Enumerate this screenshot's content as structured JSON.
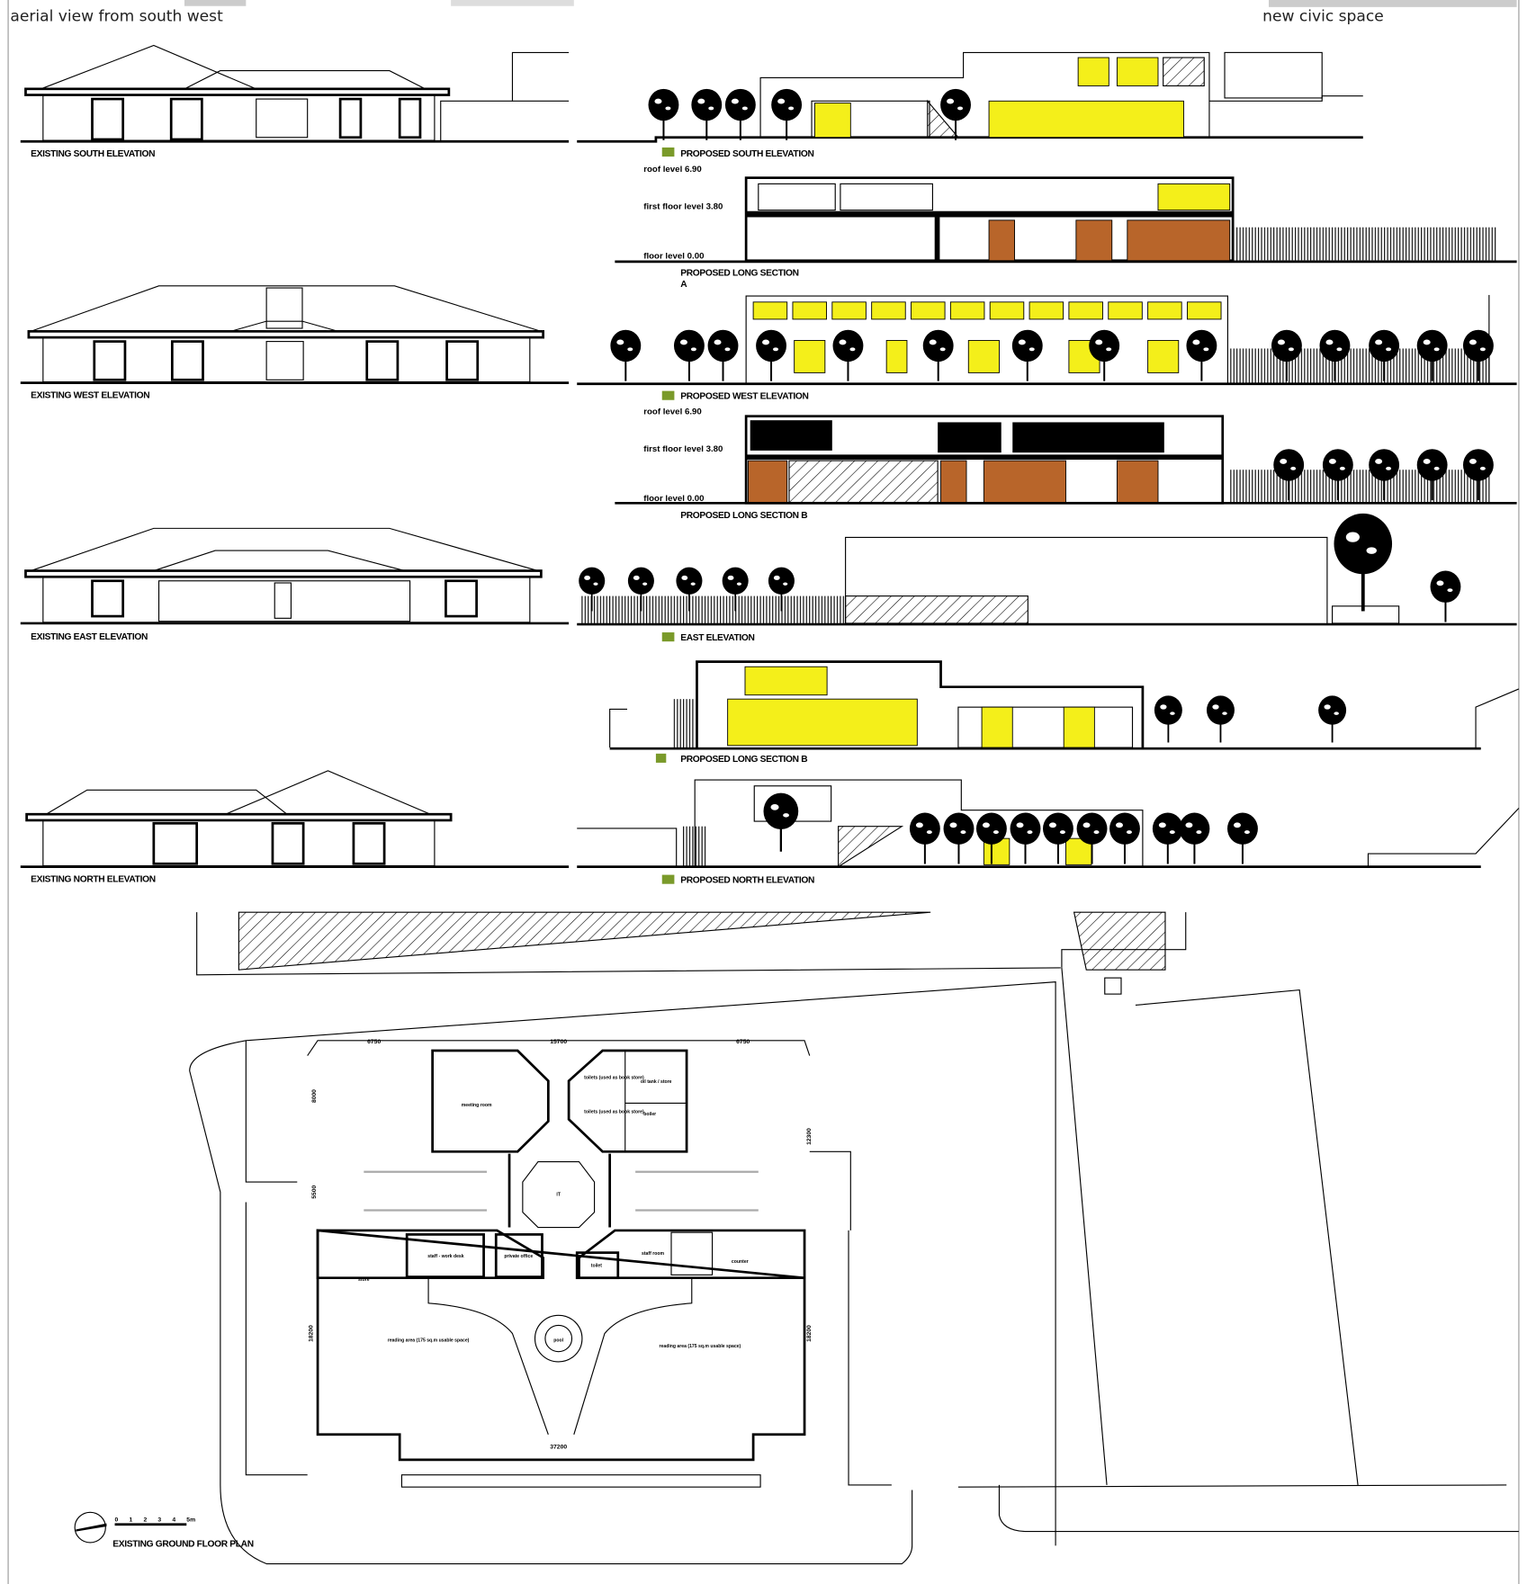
{
  "header": {
    "left_caption": "aerial view from south west",
    "right_caption": "new civic space"
  },
  "existing_elevations": [
    {
      "label": "EXISTING SOUTH ELEVATION"
    },
    {
      "label": "EXISTING WEST ELEVATION"
    },
    {
      "label": "EXISTING EAST ELEVATION"
    },
    {
      "label": "EXISTING NORTH ELEVATION"
    }
  ],
  "proposed_drawings": [
    {
      "label": "PROPOSED SOUTH ELEVATION"
    },
    {
      "label": "PROPOSED LONG SECTION",
      "sub": "A"
    },
    {
      "label": "PROPOSED WEST ELEVATION"
    },
    {
      "label": "PROPOSED LONG SECTION B"
    },
    {
      "label": "EAST ELEVATION"
    },
    {
      "label": "PROPOSED LONG SECTION B"
    },
    {
      "label": "PROPOSED NORTH ELEVATION"
    }
  ],
  "levels": {
    "roof": "roof level 6.90",
    "first": "first floor level 3.80",
    "floor": "floor level 0.00"
  },
  "plan": {
    "title": "EXISTING GROUND FLOOR PLAN",
    "scale_ticks": [
      "0",
      "1",
      "2",
      "3",
      "4",
      "5m"
    ],
    "dimensions": {
      "top_left": "6750",
      "top_mid": "15700",
      "top_right": "6750",
      "bottom": "37200",
      "left_upper": "8000",
      "left_mid": "5500",
      "left_lower": "18200",
      "right_lower": "18200",
      "right_upper": "12300"
    },
    "rooms": {
      "north_left": "meeting room",
      "toilets_1": "toilets (used as book store)",
      "toilets_2": "toilets (used as book store)",
      "oil_tank": "oil tank / store",
      "boiler": "boiler",
      "centre": "IT",
      "it_work": "staff - work desk",
      "office": "private office",
      "toilet": "toilet",
      "staff": "staff room",
      "store": "store",
      "counter": "counter",
      "reading_left": "reading area (175 sq.m usable space)",
      "reading_right": "reading area (175 sq.m usable space)",
      "pool": "pool"
    }
  },
  "colors": {
    "highlight": "#f4ef1a",
    "timber": "#b8652a",
    "line": "#000000"
  }
}
